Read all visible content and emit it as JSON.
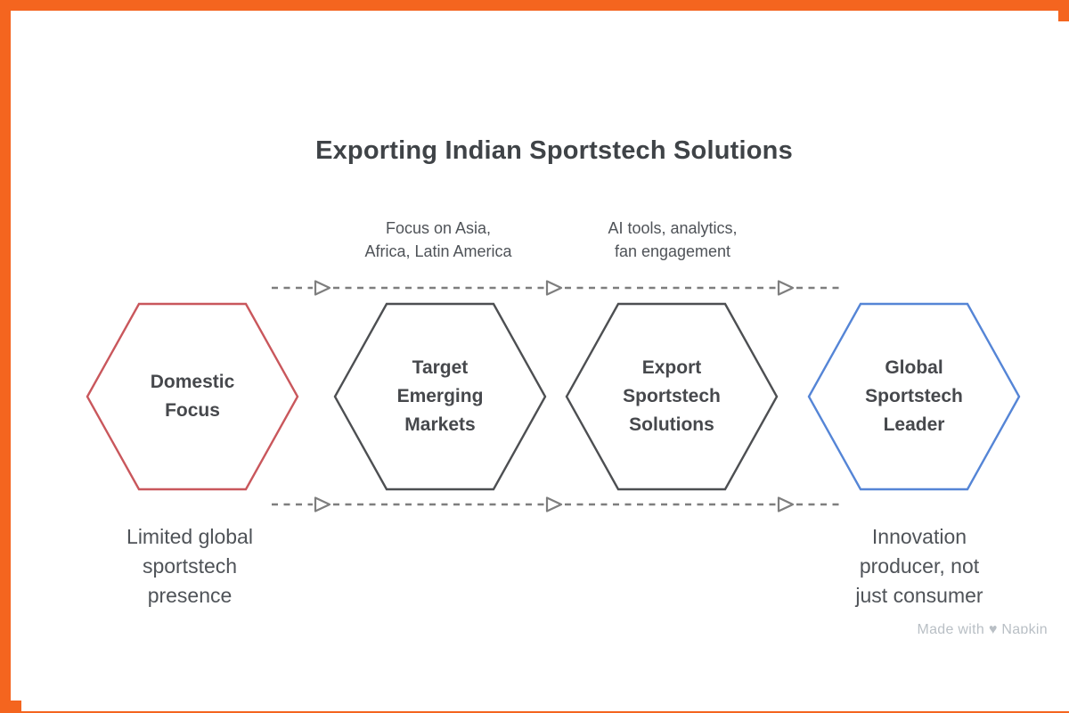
{
  "colors": {
    "frame": "#F4651F",
    "connector": "#7E7E7E",
    "title-text": "#3F4347",
    "body-text": "#4F5358",
    "stage-text": "#46484C"
  },
  "title": "Exporting Indian Sportstech Solutions",
  "stages": [
    {
      "label": "Domestic\nFocus",
      "stroke": "#C9575C"
    },
    {
      "label": "Target\nEmerging\nMarkets",
      "stroke": "#4D4F52"
    },
    {
      "label": "Export\nSportstech\nSolutions",
      "stroke": "#4D4F52"
    },
    {
      "label": "Global\nSportstech\nLeader",
      "stroke": "#5585D6"
    }
  ],
  "transitions": [
    {
      "label": "Focus on Asia,\nAfrica, Latin America"
    },
    {
      "label": "AI tools, analytics,\nfan engagement"
    }
  ],
  "captions": [
    {
      "text": "Limited global\nsportstech\npresence"
    },
    {
      "text": "Innovation\nproducer, not\njust consumer"
    }
  ],
  "watermark": "Made with ♥ Napkin"
}
